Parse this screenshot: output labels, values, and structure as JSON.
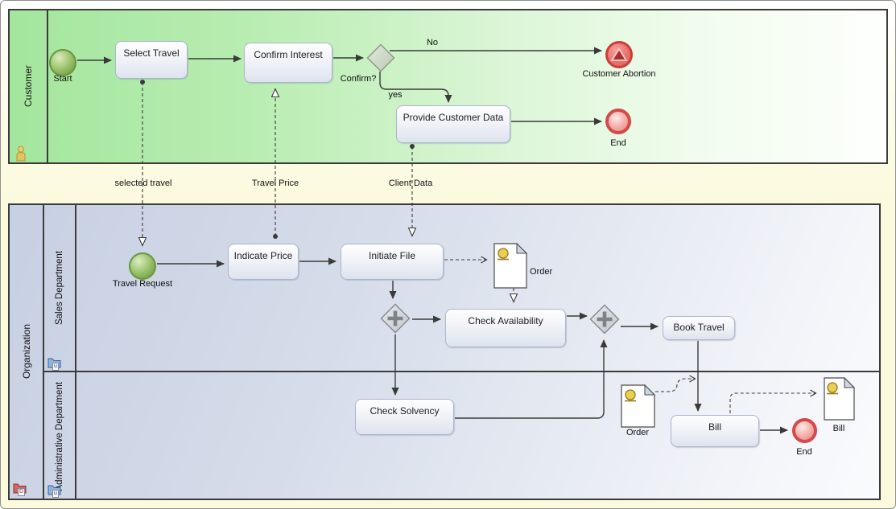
{
  "customer_pool": {
    "label": "Customer",
    "start_event": "Start",
    "task_select_travel": "Select Travel",
    "task_confirm_interest": "Confirm Interest",
    "gateway_confirm": "Confirm?",
    "branch_no": "No",
    "branch_yes": "yes",
    "event_customer_abortion": "Customer Abortion",
    "task_provide_customer_data": "Provide Customer Data",
    "event_end": "End"
  },
  "message_flows": {
    "selected_travel": "selected travel",
    "travel_price": "Travel Price",
    "client_data": "Client Data"
  },
  "organization_pool": {
    "label": "Organization",
    "folder_badge": "D",
    "sales_lane": {
      "label": "Sales Department",
      "folder_badge": "u",
      "event_travel_request": "Travel Request",
      "task_indicate_price": "Indicate Price",
      "task_initiate_file": "Initiate File",
      "doc_order": "Order",
      "task_check_availability": "Check Availability",
      "task_book_travel": "Book Travel"
    },
    "admin_lane": {
      "label": "Administrative Department",
      "folder_badge": "u",
      "task_check_solvency": "Check Solvency",
      "doc_order": "Order",
      "task_bill": "Bill",
      "event_end": "End",
      "doc_bill": "Bill"
    }
  },
  "colors": {
    "customer_pool_green": "#a4e69e",
    "organization_pool_blue": "#c7d0e3",
    "canvas_yellow": "#fbfadc",
    "start_event_green": "#7fa951",
    "end_event_red": "#d34a4a",
    "task_fill_bottom": "#dde3ee",
    "gateway_gray": "#cdd1d7",
    "seal_gold": "#e9cf52"
  }
}
